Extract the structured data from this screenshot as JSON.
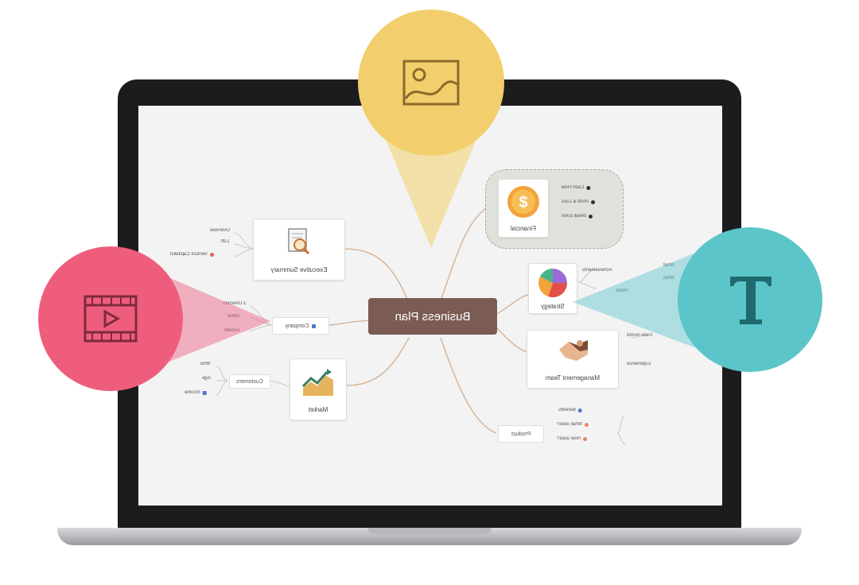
{
  "central": {
    "label": "Business Plan"
  },
  "executive": {
    "label": "Executive Summary",
    "leaves": [
      {
        "label": "Overview",
        "marker": ""
      },
      {
        "label": "Loft",
        "marker": ""
      },
      {
        "label": "Venture Capitalist",
        "marker": "red"
      }
    ]
  },
  "company": {
    "label": "Company",
    "leaves": [
      {
        "label": "2 Directors",
        "marker": ""
      },
      {
        "label": "Office",
        "marker": ""
      },
      {
        "label": "Growth",
        "marker": ""
      }
    ]
  },
  "market": {
    "label": "Market",
    "customers": "Customers",
    "leaves": [
      {
        "label": "Who",
        "marker": ""
      },
      {
        "label": "Age",
        "marker": ""
      },
      {
        "label": "Income",
        "marker": "blue"
      }
    ]
  },
  "financial": {
    "label": "Financial",
    "leaves": [
      {
        "label": "Cash Flow",
        "marker": "dark"
      },
      {
        "label": "Profit & Loss",
        "marker": "dark"
      },
      {
        "label": "Break Even",
        "marker": "dark"
      }
    ]
  },
  "strategy": {
    "label": "Strategy",
    "sub": [
      {
        "label": "Achievements",
        "children": [
          "What",
          "What"
        ]
      },
      {
        "label": "Plans",
        "children": []
      }
    ]
  },
  "management": {
    "label": "Management Team",
    "leaves": [
      {
        "label": "Track record"
      },
      {
        "label": "Experience"
      }
    ]
  },
  "product": {
    "label": "Product",
    "leaves": [
      {
        "label": "Benefits",
        "marker": "blue"
      },
      {
        "label": "What used?",
        "marker": "orange"
      },
      {
        "label": "How used?",
        "marker": "orange"
      }
    ]
  },
  "colors": {
    "central": "#7a5c52",
    "yellow": "#f2cf6c",
    "pink": "#ee5e7c",
    "teal": "#5cc5c9",
    "laptop": "#1c1c1e",
    "marker_red": "#e8664b",
    "marker_blue": "#4a78c9",
    "marker_orange": "#e8875a"
  },
  "icons": {
    "yellow": "image-icon",
    "pink": "video-icon",
    "teal": "text-icon"
  }
}
